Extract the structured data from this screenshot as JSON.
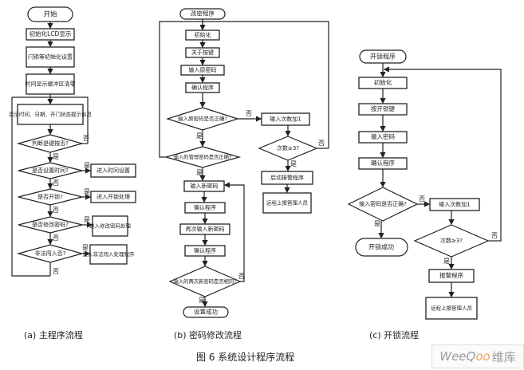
{
  "figure": {
    "caption": "图 6   系统设计程序流程",
    "watermark": {
      "brand_a": "WeeQ",
      "brand_b": "oo",
      "brand_c": "维库"
    }
  },
  "panel_a": {
    "subtitle": "(a) 主程序流程",
    "start": "开始",
    "steps": [
      "初始化LCD显示",
      "闩锁等初始化设置",
      "时间显示缓冲区清零",
      "显示时间、日期、开门状态提示信息"
    ],
    "decisions": [
      "判断是键按否?",
      "是否设置时间?",
      "是否开锁?",
      "是否修改密码?",
      "非法闯入否?"
    ],
    "actions": [
      "进入时间设置",
      "进入开锁处理",
      "进入修改密码处理",
      "进入非法闯入处理程序"
    ],
    "yes": "是",
    "no": "否"
  },
  "panel_b": {
    "subtitle": "(b) 密码修改流程",
    "start": "改密程序",
    "steps": [
      "初始化",
      "关于按键",
      "输入原密码",
      "确认程序"
    ],
    "decision1": "输入原密码是否正确?",
    "decision2": "输入的管理密码是否正确?",
    "new_steps": [
      "输入新密码",
      "确认程序",
      "再次输入新密码",
      "确认程序"
    ],
    "decision3": "输入的两次新密码是否相同?",
    "end": "设置成功",
    "side_steps": [
      "输入次数加1",
      "启动报警程序",
      "远程上报管理人员"
    ],
    "side_decision": "次数≥3?",
    "yes": "是",
    "no": "否"
  },
  "panel_c": {
    "subtitle": "(c) 开锁流程",
    "start": "开锁程序",
    "steps": [
      "初始化",
      "按开锁键",
      "输入密码",
      "确认程序"
    ],
    "decision1": "输入密码是否正确?",
    "end": "开锁成功",
    "side_steps": [
      "输入次数加1",
      "报警程序",
      "远程上报管理人员"
    ],
    "side_decision": "次数≥3?",
    "yes": "是",
    "no": "否"
  }
}
